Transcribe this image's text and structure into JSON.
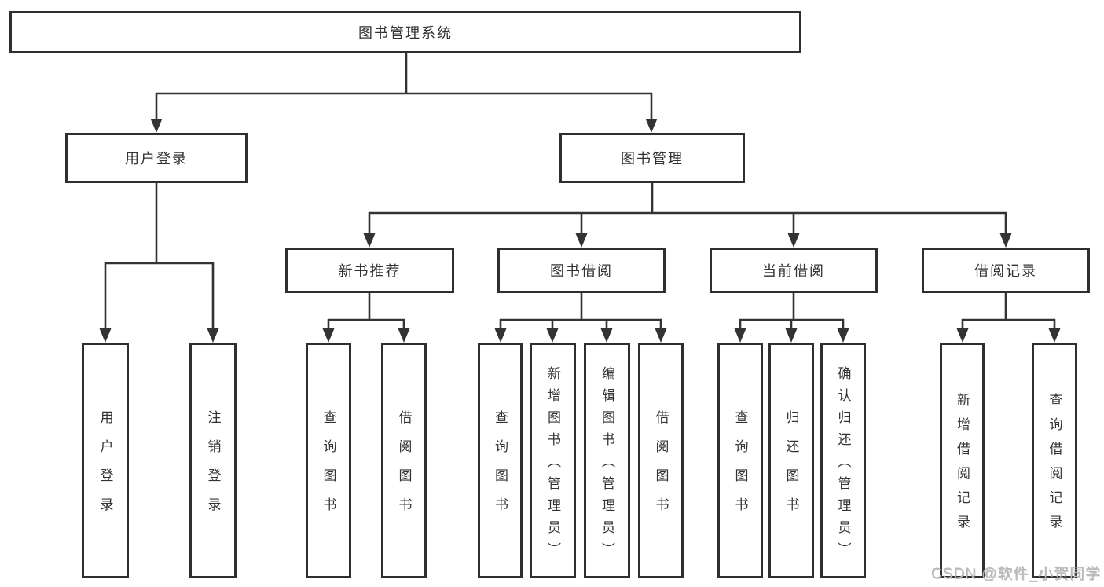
{
  "tree": {
    "root": {
      "label": "图书管理系统",
      "children": [
        {
          "label": "用户登录",
          "children": [
            {
              "label": "用户登录"
            },
            {
              "label": "注销登录"
            }
          ]
        },
        {
          "label": "图书管理",
          "children": [
            {
              "label": "新书推荐",
              "children": [
                {
                  "label": "查询图书"
                },
                {
                  "label": "借阅图书"
                }
              ]
            },
            {
              "label": "图书借阅",
              "children": [
                {
                  "label": "查询图书"
                },
                {
                  "label": "新增图书（管理员）"
                },
                {
                  "label": "编辑图书（管理员）"
                },
                {
                  "label": "借阅图书"
                }
              ]
            },
            {
              "label": "当前借阅",
              "children": [
                {
                  "label": "查询图书"
                },
                {
                  "label": "归还图书"
                },
                {
                  "label": "确认归还（管理员）"
                }
              ]
            },
            {
              "label": "借阅记录",
              "children": [
                {
                  "label": "新增借阅记录"
                },
                {
                  "label": "查询借阅记录"
                }
              ]
            }
          ]
        }
      ]
    }
  },
  "watermark": {
    "text": "CSDN @软件_小贺同学"
  },
  "colors": {
    "line": "#333333",
    "box_border": "#2f2f2f",
    "text": "#333333",
    "watermark": "#b9b9b9",
    "background": "#ffffff"
  }
}
